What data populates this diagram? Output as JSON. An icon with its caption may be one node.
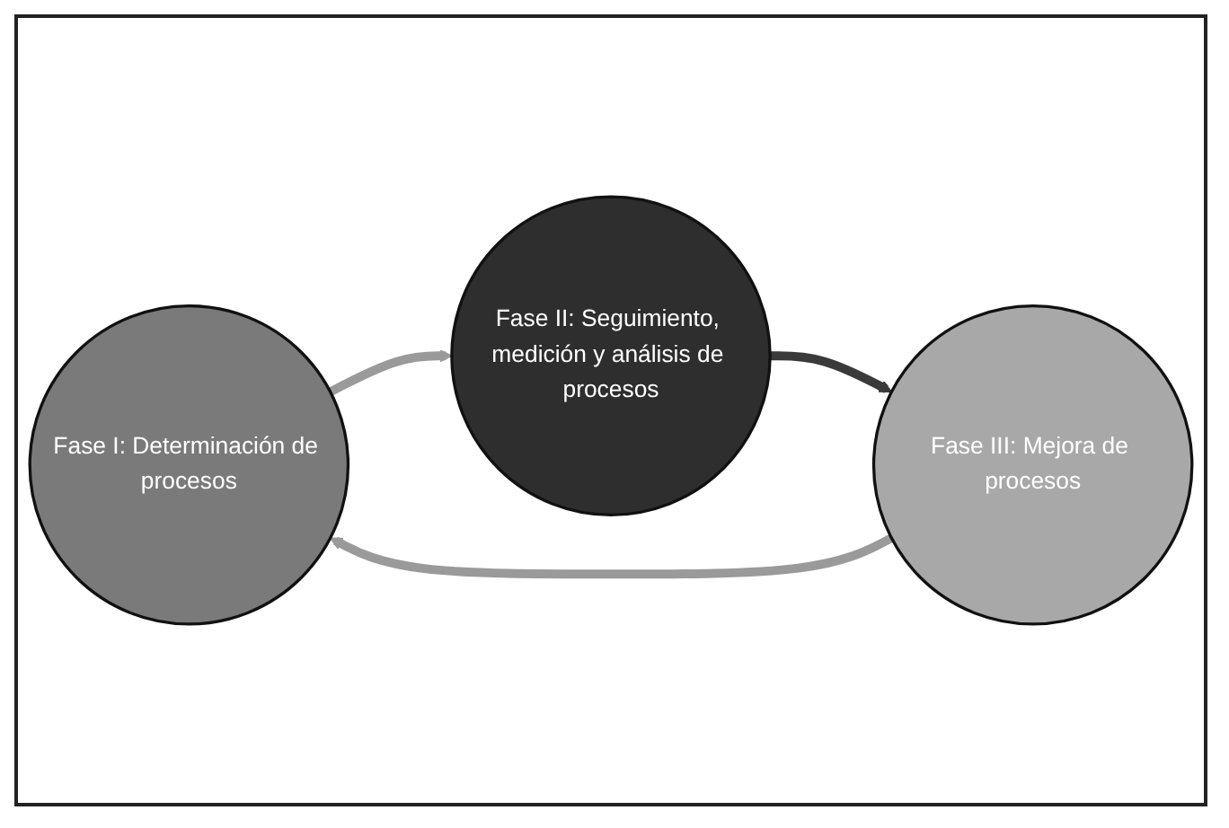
{
  "diagram": {
    "nodes": [
      {
        "text": [
          "Fase I: Determinación de procesos"
        ]
      },
      {
        "text": [
          "Fase II: Seguimiento, medición y análisis de procesos"
        ]
      },
      {
        "text": [
          "Fase III: Mejora de procesos"
        ]
      }
    ],
    "edges": [
      {
        "from": 2,
        "to": 0,
        "arrow": "to"
      },
      {
        "from": 0,
        "to": 1,
        "arrow": "to"
      },
      {
        "from": 1,
        "to": 2,
        "arrow": "to",
        "color": "#3a3a3a"
      }
    ]
  }
}
